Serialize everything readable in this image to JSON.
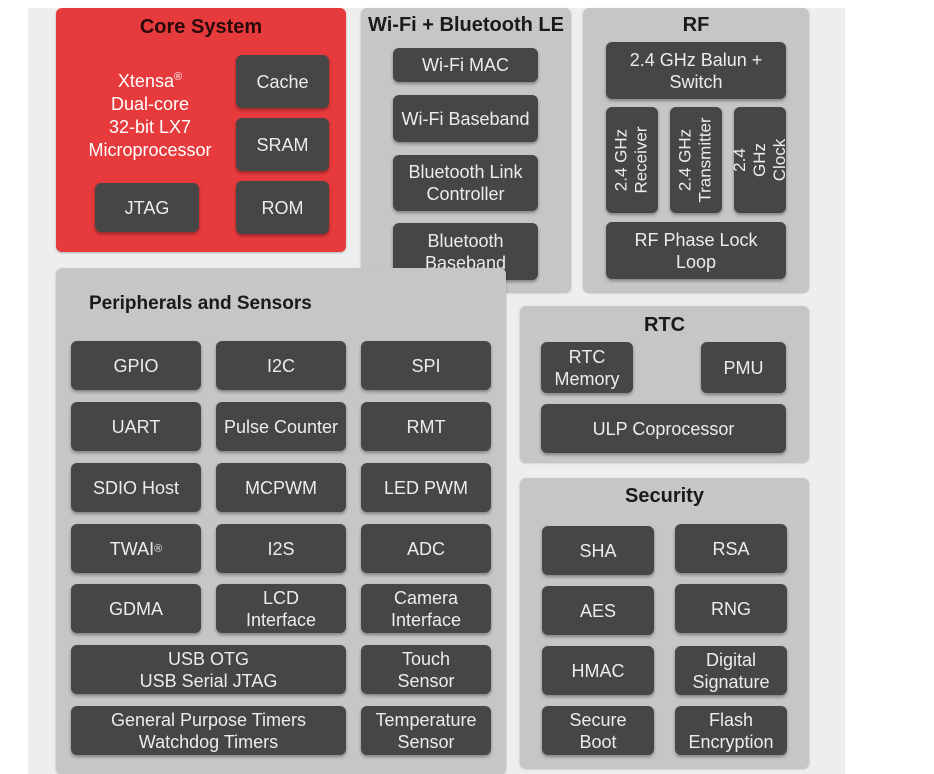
{
  "core": {
    "title": "Core System",
    "processor_line1": "Xtensa",
    "processor_rest": "Dual-core\n32-bit LX7\nMicroprocessor",
    "cache": "Cache",
    "sram": "SRAM",
    "rom": "ROM",
    "jtag": "JTAG"
  },
  "wifi": {
    "title": "Wi-Fi + Bluetooth LE",
    "mac": "Wi-Fi MAC",
    "baseband": "Wi-Fi Baseband",
    "bt_link": "Bluetooth Link\nController",
    "bt_baseband": "Bluetooth\nBaseband"
  },
  "rf": {
    "title": "RF",
    "balun": "2.4 GHz Balun +\nSwitch",
    "receiver": "2.4 GHz\nReceiver",
    "transmitter": "2.4 GHz\nTransmitter",
    "clock": "2.4 GHz\nClock",
    "pll": "RF Phase Lock\nLoop"
  },
  "peripherals": {
    "title": "Peripherals and Sensors",
    "gpio": "GPIO",
    "i2c": "I2C",
    "spi": "SPI",
    "uart": "UART",
    "pulse_counter": "Pulse Counter",
    "rmt": "RMT",
    "sdio_host": "SDIO Host",
    "mcpwm": "MCPWM",
    "led_pwm": "LED PWM",
    "twai": "TWAI",
    "i2s": "I2S",
    "adc": "ADC",
    "gdma": "GDMA",
    "lcd": "LCD\nInterface",
    "camera": "Camera\nInterface",
    "usb": "USB OTG\nUSB Serial JTAG",
    "touch": "Touch\nSensor",
    "timers": "General Purpose Timers\nWatchdog Timers",
    "temperature": "Temperature\nSensor"
  },
  "rtc": {
    "title": "RTC",
    "memory": "RTC\nMemory",
    "pmu": "PMU",
    "ulp": "ULP Coprocessor"
  },
  "security": {
    "title": "Security",
    "sha": "SHA",
    "rsa": "RSA",
    "aes": "AES",
    "rng": "RNG",
    "hmac": "HMAC",
    "digital_signature": "Digital\nSignature",
    "secure_boot": "Secure\nBoot",
    "flash_encryption": "Flash\nEncryption"
  },
  "colors": {
    "core_panel": "#e63a3c",
    "panel": "#c6c6c6",
    "block": "#464646",
    "block_text": "#ececec"
  }
}
